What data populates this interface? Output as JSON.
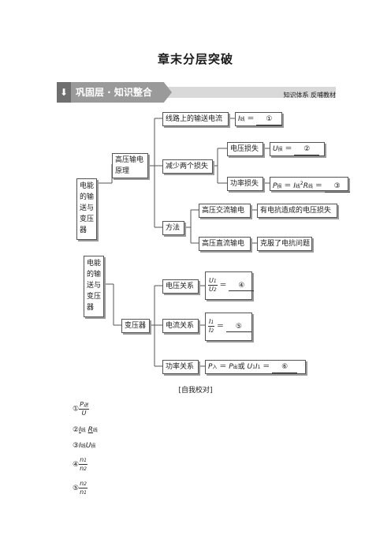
{
  "title": "章末分层突破",
  "banner": {
    "tab_label": "巩固层 · 知识整合",
    "right_label": "知识体系  反哺教材"
  },
  "diagram": {
    "root_label": "电能的输送与变压器",
    "root_label_2": "电能的输送与变压器",
    "branch_high_voltage": "高压输电原理",
    "branch_transformer": "变压器",
    "node_current": "线路上的输送电流",
    "node_reduce": "减少两个损失",
    "node_method": "方法",
    "node_voltage_loss": "电压损失",
    "node_power_loss": "功率损失",
    "node_hvac": "高压交流输电",
    "node_hvac_desc": "有电抗造成的电压损失",
    "node_hvdc": "高压直流输电",
    "node_hvdc_desc": "克服了电抗问题",
    "node_voltage_rel": "电压关系",
    "node_current_rel": "电流关系",
    "node_power_rel": "功率关系",
    "blank_1": "①",
    "blank_2": "②",
    "blank_3": "③",
    "blank_4": "④",
    "blank_5": "⑤",
    "blank_6": "⑥"
  },
  "check_title": "[自我校对]",
  "answers": [
    "①",
    "②",
    "③",
    "④",
    "⑤"
  ]
}
